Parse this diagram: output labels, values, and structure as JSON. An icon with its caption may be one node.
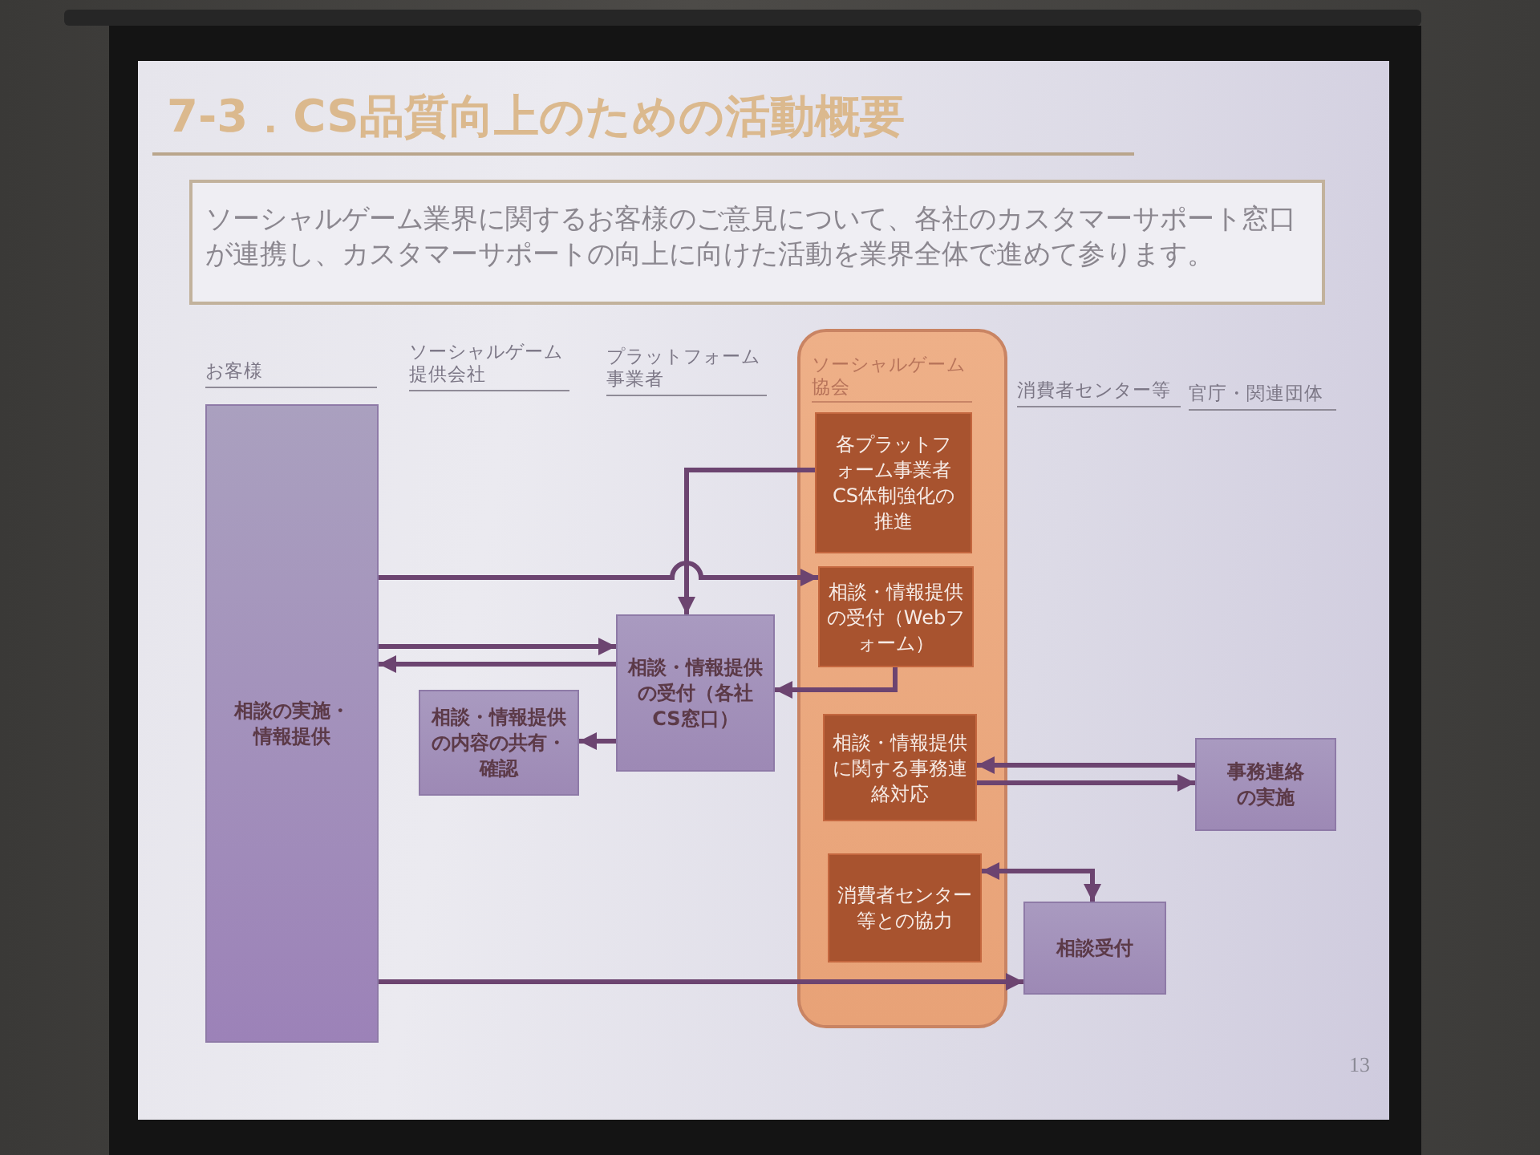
{
  "diagram": {
    "title": "7-3．CS品質向上のための活動概要",
    "nodes": [
      {
        "text": [
          "ソーシャルゲーム業界に関するお客様のご意見について、各社のカスタマーサポート窓口が連携し、カスタマーサポートの向上に向けた活動を業界全体で進めて参ります。"
        ]
      },
      {
        "text": [
          "相談の実施・情報提供"
        ]
      },
      {
        "text": [
          "相談・情報提供の受付（各社CS窓口）"
        ]
      },
      {
        "text": [
          "相談・情報提供の内容の共有・確認"
        ]
      },
      {
        "text": [
          "ソーシャルゲーム協会"
        ]
      },
      {
        "text": [
          "各プラットフォーム事業者CS体制強化の推進"
        ],
        "in": 4
      },
      {
        "text": [
          "相談・情報提供の受付（Webフォーム）"
        ],
        "in": 4
      },
      {
        "text": [
          "相談・情報提供に関する事務連絡対応"
        ],
        "in": 4
      },
      {
        "text": [
          "消費者センター等との協力"
        ],
        "in": 4
      },
      {
        "text": [
          "事務連絡の実施"
        ]
      },
      {
        "text": [
          "相談受付"
        ]
      }
    ],
    "edges": [
      {
        "from": 1,
        "to": 6,
        "arrow": "to"
      },
      {
        "from": 5,
        "to": 2,
        "arrow": "to"
      },
      {
        "from": 1,
        "to": 2,
        "arrow": "to"
      },
      {
        "from": 2,
        "to": 1,
        "arrow": "to"
      },
      {
        "from": 6,
        "to": 2,
        "arrow": "to"
      },
      {
        "from": 2,
        "to": 3,
        "arrow": "to"
      },
      {
        "from": 9,
        "to": 7,
        "arrow": "to"
      },
      {
        "from": 7,
        "to": 9,
        "arrow": "to"
      },
      {
        "from": 8,
        "to": 10,
        "arrow": "both"
      },
      {
        "from": 1,
        "to": 10,
        "arrow": "to"
      }
    ],
    "labels": [
      "お客様",
      "ソーシャルゲーム提供会社",
      "プラットフォーム事業者",
      "消費者センター等",
      "官庁・関連団体",
      "13"
    ]
  }
}
